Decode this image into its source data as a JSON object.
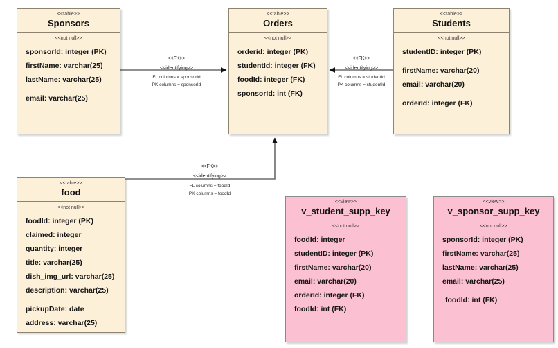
{
  "diagram": {
    "type": "uml-er-diagram",
    "colors": {
      "table_fill": "#fdf0d9",
      "table_border": "#8d8370",
      "view_fill": "#fbc0d2",
      "view_border": "#8a8a8a",
      "connector": "#6b6b6b",
      "background": "#ffffff"
    }
  },
  "entities": [
    {
      "id": "sponsors",
      "kind": "table",
      "stereotype": "<<table>>",
      "name": "Sponsors",
      "constraint": "<<not null>>",
      "attributes": [
        "sponsorId: integer (PK)",
        "firstName: varchar(25)",
        "lastName: varchar(25)",
        "email: varchar(25)"
      ]
    },
    {
      "id": "orders",
      "kind": "table",
      "stereotype": "<<table>>",
      "name": "Orders",
      "constraint": "<<not null>>",
      "attributes": [
        "orderid: integer (PK)",
        "studentId: integer (FK)",
        "foodId: integer (FK)",
        "sponsorId: int (FK)"
      ]
    },
    {
      "id": "students",
      "kind": "table",
      "stereotype": "<<table>>",
      "name": "Students",
      "constraint": "<<not null>>",
      "attributes": [
        "studentID: integer (PK)",
        "firstName: varchar(20)",
        "email: varchar(20)",
        "orderId: integer (FK)"
      ]
    },
    {
      "id": "food",
      "kind": "table",
      "stereotype": "<<table>>",
      "name": "food",
      "constraint": "<<not null>>",
      "attributes": [
        "foodId: integer (PK)",
        "claimed: integer",
        "quantity: integer",
        "title: varchar(25)",
        "dish_img_url: varchar(25)",
        "description: varchar(25)",
        "pickupDate: date",
        "address: varchar(25)"
      ]
    },
    {
      "id": "v_student_supp_key",
      "kind": "view",
      "stereotype": "<<view>>",
      "name": "v_student_supp_key",
      "constraint": "<<not null>>",
      "attributes": [
        "foodId: integer",
        "studentID: integer (PK)",
        "firstName: varchar(20)",
        "email: varchar(20)",
        "orderId: integer (FK)",
        "foodId: int (FK)"
      ]
    },
    {
      "id": "v_sponsor_supp_key",
      "kind": "view",
      "stereotype": "<<view>>",
      "name": "v_sponsor_supp_key",
      "constraint": "<<not null>>",
      "attributes": [
        "sponsorId: integer (PK)",
        "firstName: varchar(25)",
        "lastName: varchar(25)",
        "email: varchar(25)",
        "foodId: int (FK)"
      ]
    }
  ],
  "relationships": [
    {
      "id": "sponsors-orders",
      "from": "Sponsors",
      "to": "Orders",
      "fk_stereotype": "<<FK>>",
      "identifying": "<<identifying>>",
      "fk_columns": "FL columns = sponsorId",
      "pk_columns": "PK columns = sponsorId"
    },
    {
      "id": "students-orders",
      "from": "Students",
      "to": "Orders",
      "fk_stereotype": "<<FK>>",
      "identifying": "<<identifying>>",
      "fk_columns": "FL columns = studentId",
      "pk_columns": "PK columns = studentId"
    },
    {
      "id": "food-orders",
      "from": "food",
      "to": "Orders",
      "fk_stereotype": "<<FK>>",
      "identifying": "<<identifying>>",
      "fk_columns": "FL columns = foodId",
      "pk_columns": "PK columns = foodId"
    }
  ]
}
